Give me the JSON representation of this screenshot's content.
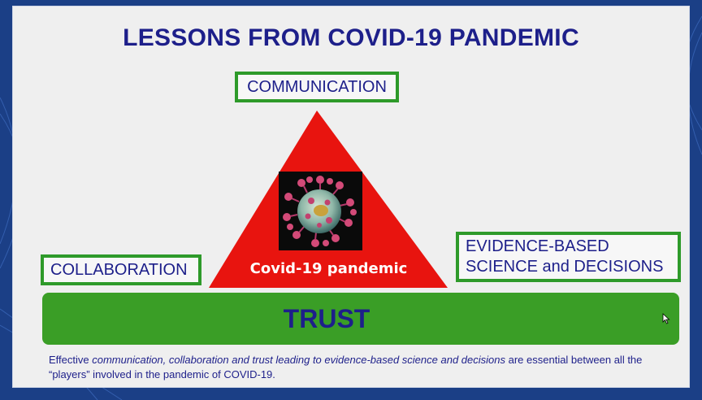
{
  "title": "LESSONS FROM COVID-19 PANDEMIC",
  "boxes": {
    "communication": "COMMUNICATION",
    "collaboration": "COLLABORATION",
    "evidence_line1": "EVIDENCE-BASED",
    "evidence_line2": "SCIENCE and DECISIONS"
  },
  "triangle": {
    "label": "Covid-19 pandemic",
    "color": "#e8140f"
  },
  "trust": {
    "label": "TRUST",
    "color": "#3a9e26"
  },
  "footnote": {
    "part1": "Effective ",
    "italic": "communication, collaboration and trust leading to evidence-based science and decisions",
    "part2": " are essential between all the “players” involved in the pandemic of COVID-19."
  },
  "colors": {
    "title": "#1d1f8a",
    "box_border": "#2e9a2a",
    "background": "#1b3f86"
  }
}
